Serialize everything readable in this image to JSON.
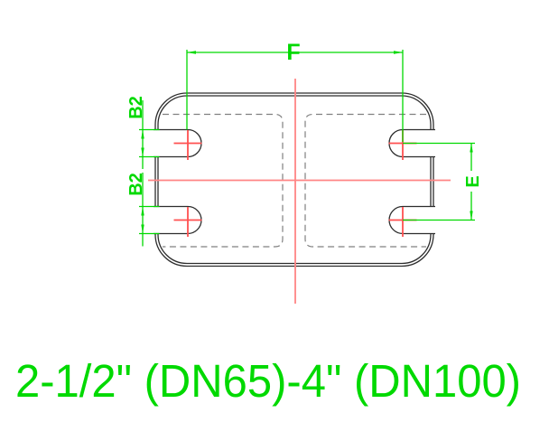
{
  "drawing": {
    "title": "gasket-cross-section",
    "dimensions": {
      "f_label": "F",
      "b2_upper_label": "B2",
      "b2_lower_label": "B2",
      "e_label": "E"
    },
    "caption": "2-1/2\" (DN65)-4\" (DN100)",
    "colors": {
      "dimension_green": "#00d900",
      "centerline_red": "#ff8585",
      "cross_red": "#ff5050",
      "outline_black": "#2d2d2d",
      "hidden_gray": "#808080",
      "background": "#ffffff"
    }
  }
}
